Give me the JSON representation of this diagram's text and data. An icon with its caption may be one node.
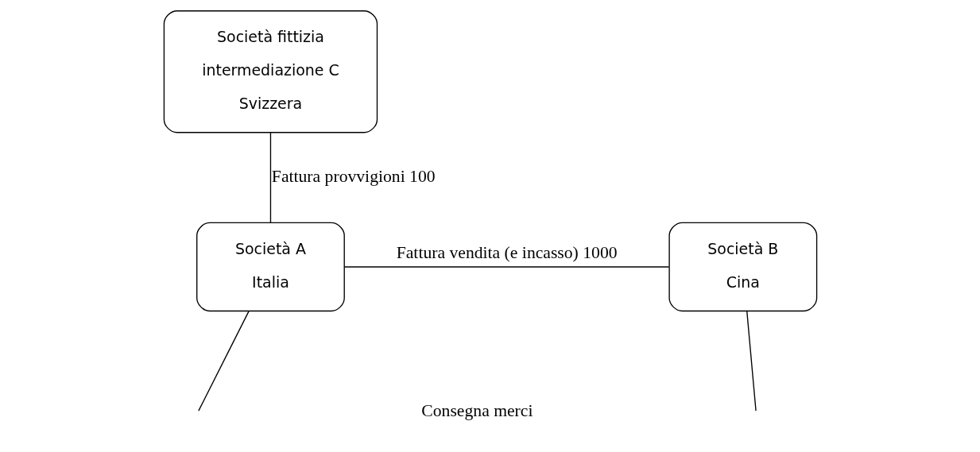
{
  "diagram": {
    "nodes": [
      {
        "text": [
          "Società fittizia",
          "intermediazione C",
          "Svizzera"
        ]
      },
      {
        "text": [
          "Società A",
          "Italia"
        ]
      },
      {
        "text": [
          "Società B",
          "Cina"
        ]
      }
    ],
    "edges": [
      {
        "from": 0,
        "to": 1,
        "arrow": "none",
        "label": "Fattura provvigioni 100"
      },
      {
        "from": 1,
        "to": 2,
        "arrow": "none",
        "label": "Fattura vendita (e incasso) 1000"
      },
      {
        "from": 1,
        "to": null,
        "arrow": "none"
      },
      {
        "from": 2,
        "to": null,
        "arrow": "none"
      }
    ],
    "labels": [
      "Consegna merci"
    ]
  }
}
